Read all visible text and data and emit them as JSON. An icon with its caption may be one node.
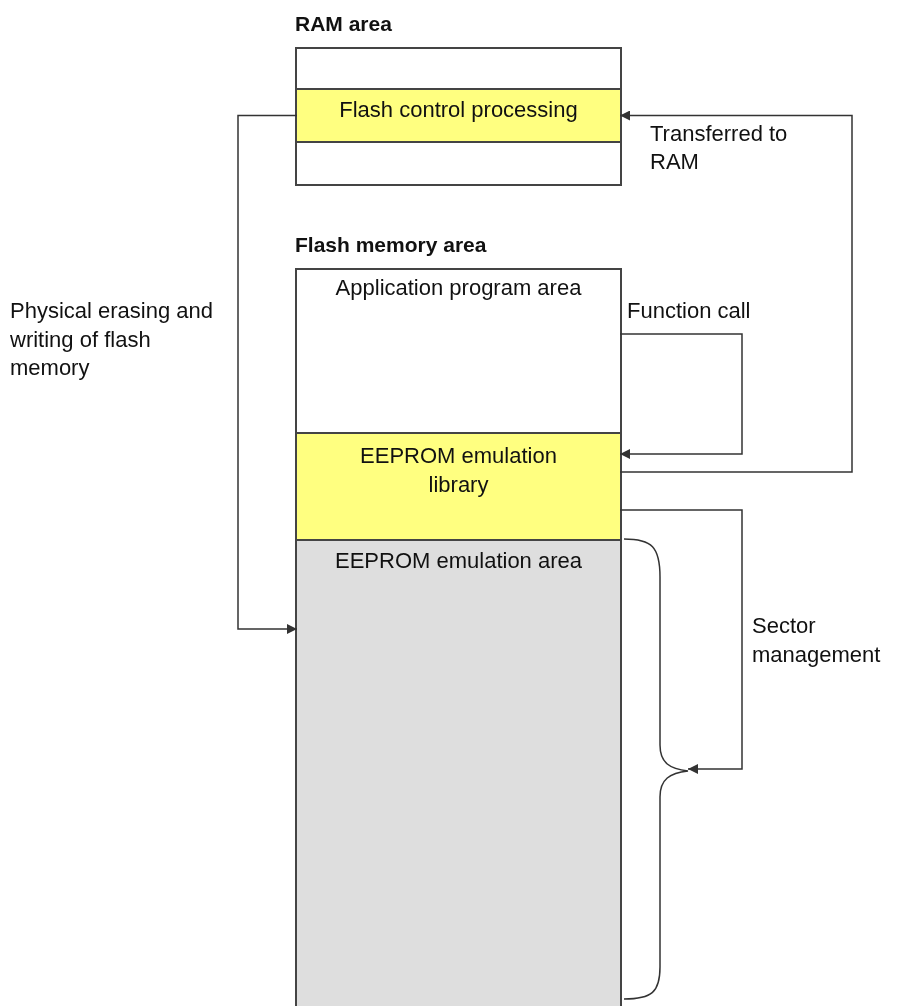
{
  "diagram": {
    "nodes": [
      {
        "text": [
          "RAM area"
        ]
      },
      {
        "text": [
          "Flash control processing"
        ],
        "in": 0
      },
      {
        "text": [
          "Flash memory area"
        ]
      },
      {
        "text": [
          "Application program area"
        ],
        "in": 2
      },
      {
        "text": [
          "EEPROM emulation library"
        ],
        "in": 2
      },
      {
        "text": [
          "EEPROM emulation area"
        ],
        "in": 2
      },
      {
        "text": [],
        "shape": "brace"
      }
    ],
    "edges": [
      {
        "from": 1,
        "to": 5,
        "arrow": "to",
        "label": "Physical erasing and writing of flash memory"
      },
      {
        "from": 4,
        "to": 1,
        "arrow": "to",
        "label": "Transferred to RAM"
      },
      {
        "from": 3,
        "to": 4,
        "arrow": "to",
        "label": "Function call"
      },
      {
        "from": 4,
        "to": 6,
        "arrow": "to",
        "label": "Sector management"
      }
    ]
  }
}
